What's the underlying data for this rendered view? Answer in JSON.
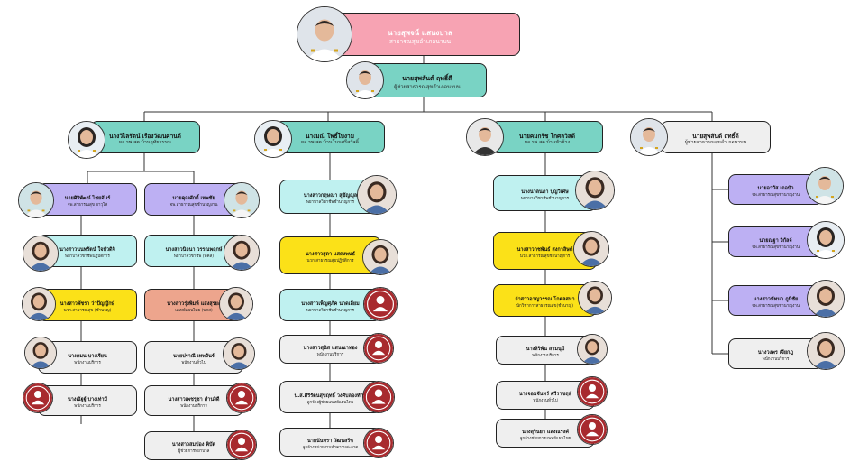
{
  "colors": {
    "pink": "#f7a3b3",
    "teal": "#79d3c4",
    "lightcyan": "#bff1f0",
    "purple": "#bdb0f3",
    "yellow": "#fbe118",
    "salmon": "#eda58d",
    "gray": "#efefef",
    "placeholder": "#a82a2e",
    "line": "#333333"
  },
  "nodes": [
    {
      "id": "director",
      "name": "นายสุพจน์ แสนงบาล",
      "role": "สาธารณสุขอำเภอนาบน",
      "color": "pink",
      "photo": "officer-uniform",
      "textColor": "#ffffff"
    },
    {
      "id": "deputy",
      "name": "นายสุพสันต์ ฤทธิ์ดี",
      "role": "ผู้ช่วยสาธารณสุขอำเภอนาบน",
      "color": "teal",
      "photo": "officer-uniform"
    },
    {
      "id": "h1",
      "name": "นางวิไลรัตน์ เรืองวัฒนศานต์",
      "role": "ผอ.รพ.สต.บ้านอุทัยวรรณ",
      "color": "teal",
      "photo": "woman-uniform"
    },
    {
      "id": "h2",
      "name": "นางมณี โพธิ์ใบงาม",
      "role": "ผอ.รพ.สต.บ้านโนนศรีสวัสดิ์",
      "color": "teal",
      "photo": "woman-uniform"
    },
    {
      "id": "h3",
      "name": "นายคมกริช โกศลวิลดี",
      "role": "ผอ.รพ.สต.บ้านหัวช้าง",
      "color": "teal",
      "photo": "man-dark"
    },
    {
      "id": "h4",
      "name": "นายสุพสันต์ ฤทธิ์ดี",
      "role": "ผู้ช่วยสาธารณสุขอำเภอนาบน",
      "color": "gray",
      "photo": "officer-uniform"
    },
    {
      "id": "a1",
      "name": "นายศิริพัฒน์ ไชยจันร์",
      "role": "จพ.สาธารณสุข อาวุโส",
      "color": "purple",
      "photo": "man-uniform"
    },
    {
      "id": "a2",
      "name": "นางสาวนนทรัตน์ ใจบัวดิจิ",
      "role": "พยาบาลวิชาชีพปฏิบัติการ",
      "color": "lightcyan",
      "photo": "woman"
    },
    {
      "id": "a3",
      "name": "นางสาวพัชรา ว่าปัญญักษ์",
      "role": "นวก.สาธารณสุข (ชำนาญ)",
      "color": "yellow",
      "photo": "woman"
    },
    {
      "id": "a4",
      "name": "นางคมน บางเรียน",
      "role": "พนักงานบริการ",
      "color": "gray",
      "photo": "woman"
    },
    {
      "id": "a5",
      "name": "นางณัฐฐ์ บางเท่ามี",
      "role": "พนักงานบริการ",
      "color": "gray",
      "photo": "placeholder"
    },
    {
      "id": "b1",
      "name": "นายคุณศักดิ์ เทพชัย",
      "role": "จพ.สาธารณสุขชำนาญงาน",
      "color": "purple",
      "photo": "man-uniform"
    },
    {
      "id": "b2",
      "name": "นางสาวนิจนา วรรณพฤกษ์",
      "role": "พยาบาลวิชาชีพ (พคส)",
      "color": "lightcyan",
      "photo": "woman"
    },
    {
      "id": "b3",
      "name": "นางสาวรุ่งพิมพ์ แสงสุรยะ",
      "role": "แพทย์แผนไทย (พคส)",
      "color": "salmon",
      "photo": "woman"
    },
    {
      "id": "b4",
      "name": "นายปราณี เทพจันร์",
      "role": "พนักงานทั่วไป",
      "color": "gray",
      "photo": "woman"
    },
    {
      "id": "b5",
      "name": "นางสาวเพชรุชา คำนงิดี",
      "role": "พนักงานบริการ",
      "color": "gray",
      "photo": "placeholder"
    },
    {
      "id": "b6",
      "name": "นางสาวสมปอง พิบัต",
      "role": "ผู้ช่วยการพยาบาล",
      "color": "gray",
      "photo": "placeholder"
    },
    {
      "id": "c1",
      "name": "นางสาวกฤษณา สุขัญญุล",
      "role": "พยาบาลวิชาชีพชำนาญการ",
      "color": "lightcyan",
      "photo": "woman"
    },
    {
      "id": "c2",
      "name": "นางสาวสุดา แสดงพนธ์",
      "role": "นวก.สาธารณสุขปฏิบัติการ",
      "color": "yellow",
      "photo": "woman"
    },
    {
      "id": "c3",
      "name": "นางสาวเพ็ญศุภัค นาดเลียม",
      "role": "พยาบาลวิชาชีพชำนาญการ",
      "color": "lightcyan",
      "photo": "placeholder"
    },
    {
      "id": "c4",
      "name": "นางสาวสุนิส แสนณาทอง",
      "role": "พนักงานบริการ",
      "color": "gray",
      "photo": "placeholder"
    },
    {
      "id": "c5",
      "name": "น.ส.ศิริรัตนสุขฤทธิ์ วงศ์บลองทักษ์",
      "role": "ลูกจ้างผู้ช่วยแพทย์แผนไทย",
      "color": "gray",
      "photo": "placeholder"
    },
    {
      "id": "c6",
      "name": "นายนันทรา วัฒนสรีช",
      "role": "ลูกจ้างหน่วยงานทำความสะอาด",
      "color": "gray",
      "photo": "placeholder"
    },
    {
      "id": "d1",
      "name": "นางนวลนภา บุญวิเศษ",
      "role": "พยาบาลวิชาชีพชำนาญการ",
      "color": "lightcyan",
      "photo": "woman"
    },
    {
      "id": "d2",
      "name": "นางสาวกชพันธ์ สงกาลิษด์",
      "role": "นวก.สาธารณสุขชำนาญการ",
      "color": "yellow",
      "photo": "woman"
    },
    {
      "id": "d3",
      "name": "จ่าสาวอาญวรรณ โกตลสมา",
      "role": "นักวิชาการสาธารณสุข(ชำนาญ)",
      "color": "yellow",
      "photo": "woman"
    },
    {
      "id": "d4",
      "name": "นางสิริพัน สามนุปี",
      "role": "พนักงานบริการ",
      "color": "gray",
      "photo": "woman"
    },
    {
      "id": "d5",
      "name": "นางจอมจันทร์ ศรีราชฤษ์",
      "role": "พนักงานทั่วไป",
      "color": "gray",
      "photo": "placeholder"
    },
    {
      "id": "d6",
      "name": "นางสุรินยา แสงณรงค์",
      "role": "ลูกจ้างช่วยการแพทย์แผนไทย",
      "color": "gray",
      "photo": "placeholder"
    },
    {
      "id": "e1",
      "name": "นายอาวัส เถอบัว",
      "role": "จพ.สาธารณสุขชำนาญงาน",
      "color": "purple",
      "photo": "man-uniform"
    },
    {
      "id": "e2",
      "name": "นายณฐา วิกัลจ์",
      "role": "จพ.สาธารณสุขชำนาญงาน",
      "color": "purple",
      "photo": "woman-uniform"
    },
    {
      "id": "e3",
      "name": "นางสาวนัทนา ภูมิชัย",
      "role": "จพ.สาธารณสุขชำนาญงาน",
      "color": "purple",
      "photo": "woman"
    },
    {
      "id": "e4",
      "name": "นางวงพร เจียกฎ",
      "role": "พนักงานบริการ",
      "color": "gray",
      "photo": "woman"
    }
  ]
}
